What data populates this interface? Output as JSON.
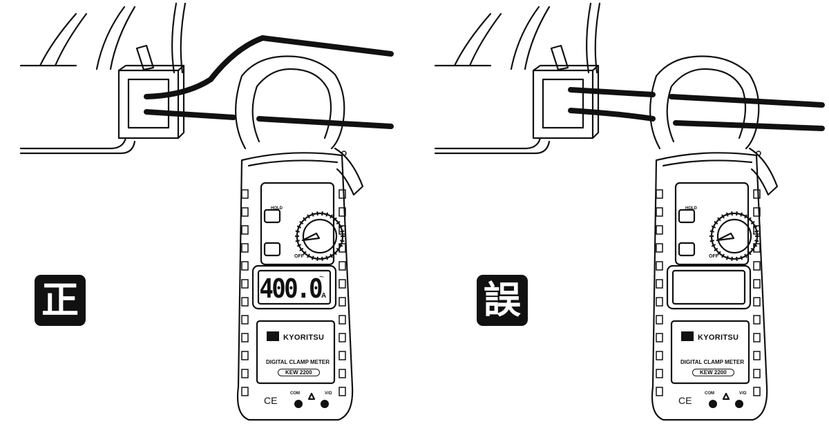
{
  "panels": [
    {
      "id": "correct",
      "badge": "正",
      "display": {
        "reading": "400.0",
        "unit": "A",
        "ac_symbol": "~"
      }
    },
    {
      "id": "incorrect",
      "badge": "誤",
      "display": {
        "reading": "",
        "unit": "",
        "ac_symbol": ""
      }
    }
  ],
  "meter": {
    "brand": "KYORITSU",
    "product": "DIGITAL CLAMP METER",
    "model": "KEW 2200",
    "hold_label": "HOLD",
    "off_label": "OFF",
    "com_label": "COM",
    "vohm_label": "V/Ω",
    "ce_mark": "CE"
  }
}
